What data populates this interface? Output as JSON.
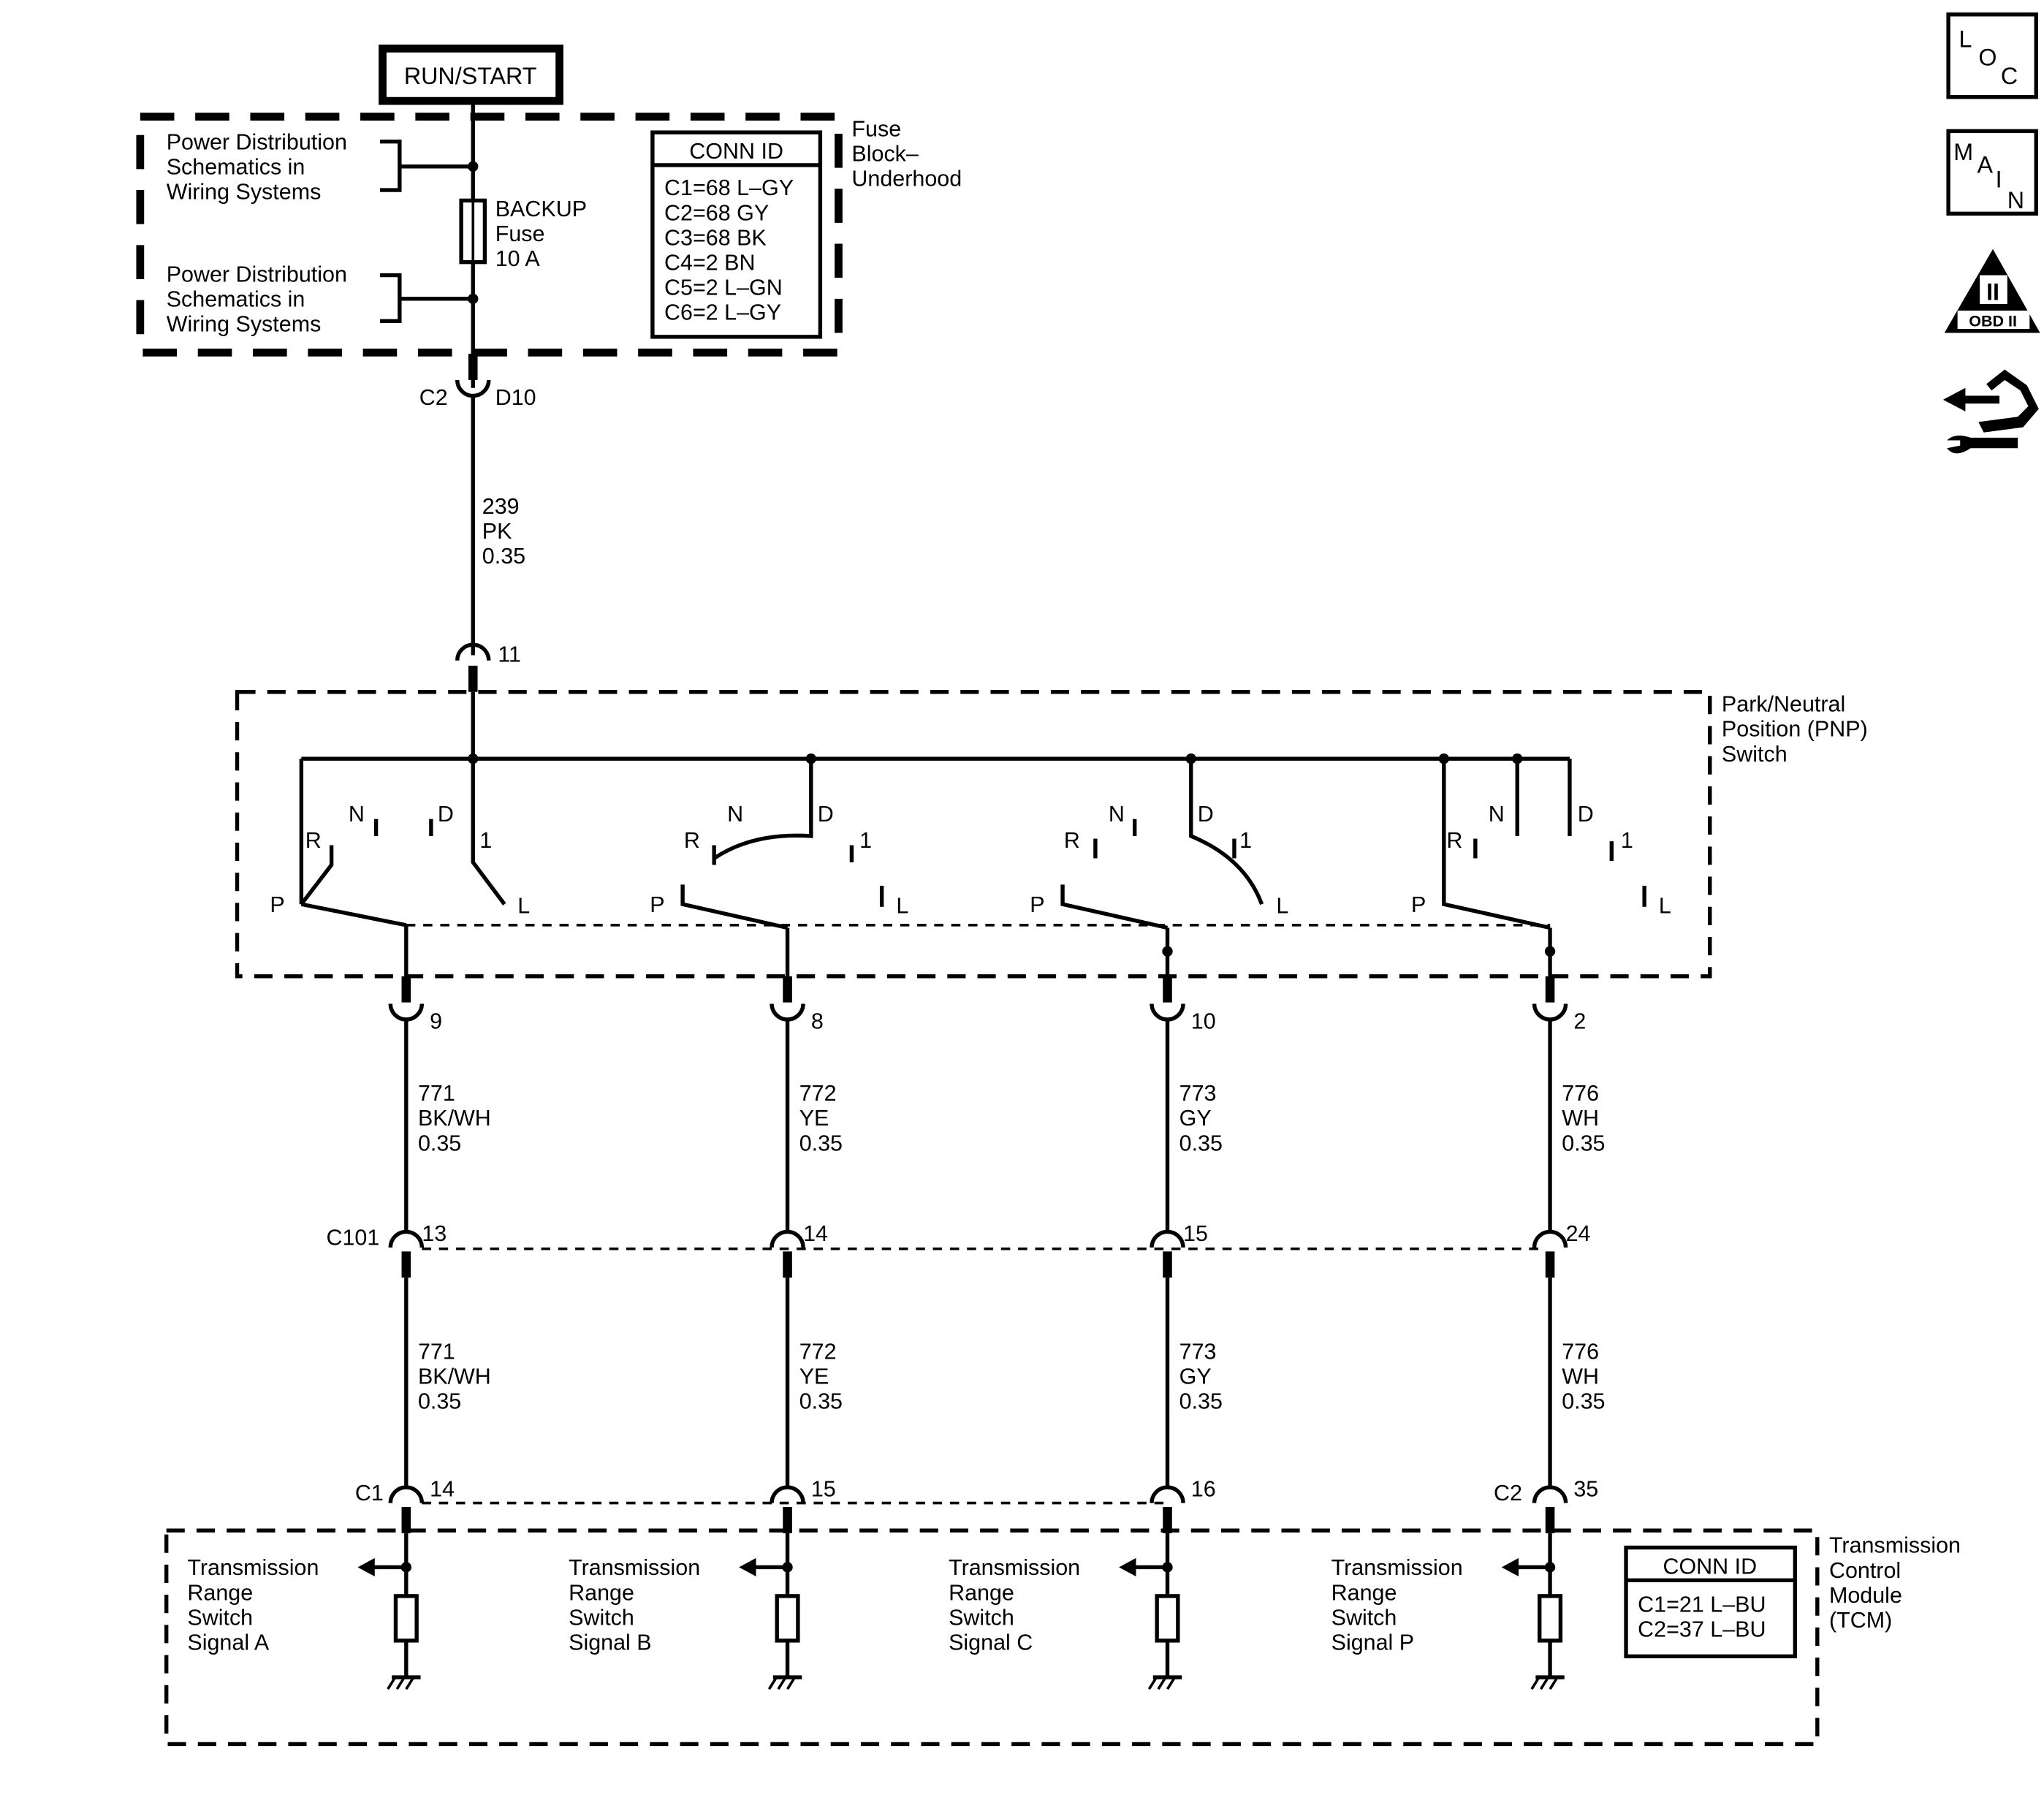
{
  "power": {
    "run_start": "RUN/START"
  },
  "fuse_block": {
    "label_lines": [
      "Fuse",
      "Block–",
      "Underhood"
    ],
    "power_dist_1": [
      "Power Distribution",
      "Schematics in",
      "Wiring Systems"
    ],
    "power_dist_2": [
      "Power Distribution",
      "Schematics in",
      "Wiring Systems"
    ],
    "fuse": [
      "BACKUP",
      "Fuse",
      "10 A"
    ],
    "conn_id_title": "CONN ID",
    "conn_ids": [
      "C1=68 L–GY",
      "C2=68 GY",
      "C3=68 BK",
      "C4=2 BN",
      "C5=2 L–GN",
      "C6=2 L–GY"
    ],
    "out_connector": "C2",
    "out_pin": "D10"
  },
  "wire_main": [
    "239",
    "PK",
    "0.35"
  ],
  "pnp": {
    "label_lines": [
      "Park/Neutral",
      "Position (PNP)",
      "Switch"
    ],
    "input_pin": "11",
    "positions": {
      "p": "P",
      "r": "R",
      "n": "N",
      "d": "D",
      "one": "1",
      "l": "L"
    },
    "output_pins": [
      "9",
      "8",
      "10",
      "2"
    ]
  },
  "wires_upper": [
    [
      "771",
      "BK/WH",
      "0.35"
    ],
    [
      "772",
      "YE",
      "0.35"
    ],
    [
      "773",
      "GY",
      "0.35"
    ],
    [
      "776",
      "WH",
      "0.35"
    ]
  ],
  "c101": {
    "name": "C101",
    "pins": [
      "13",
      "14",
      "15",
      "24"
    ]
  },
  "wires_lower": [
    [
      "771",
      "BK/WH",
      "0.35"
    ],
    [
      "772",
      "YE",
      "0.35"
    ],
    [
      "773",
      "GY",
      "0.35"
    ],
    [
      "776",
      "WH",
      "0.35"
    ]
  ],
  "tcm": {
    "label_lines": [
      "Transmission",
      "Control",
      "Module",
      "(TCM)"
    ],
    "c1": "C1",
    "c2": "C2",
    "pins": [
      "14",
      "15",
      "16",
      "35"
    ],
    "signals": [
      [
        "Transmission",
        "Range",
        "Switch",
        "Signal A"
      ],
      [
        "Transmission",
        "Range",
        "Switch",
        "Signal B"
      ],
      [
        "Transmission",
        "Range",
        "Switch",
        "Signal C"
      ],
      [
        "Transmission",
        "Range",
        "Switch",
        "Signal P"
      ]
    ],
    "conn_id_title": "CONN ID",
    "conn_ids": [
      "C1=21 L–BU",
      "C2=37 L–BU"
    ]
  },
  "nav": {
    "loc": [
      "L",
      "O",
      "C"
    ],
    "main": [
      "M",
      "A",
      "I",
      "N"
    ],
    "obd_numeral": "II",
    "obd_text": "OBD II",
    "icons": [
      "loc-icon",
      "main-icon",
      "obd-ii-icon",
      "component-view-icon"
    ]
  }
}
